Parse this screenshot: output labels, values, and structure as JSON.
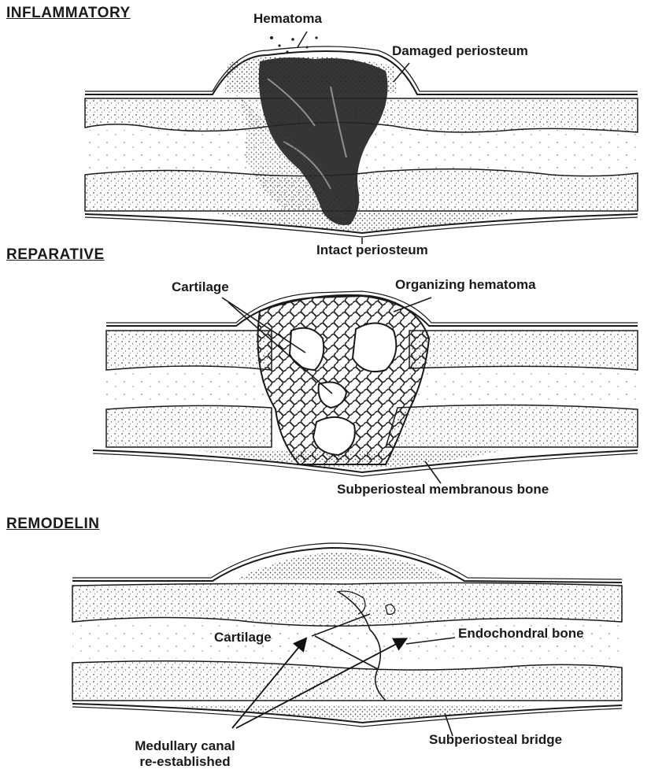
{
  "stages": {
    "inflammatory": {
      "title": "INFLAMMATORY",
      "labels": {
        "hematoma": "Hematoma",
        "damaged_periosteum": "Damaged periosteum",
        "intact_periosteum": "Intact periosteum"
      }
    },
    "reparative": {
      "title": "REPARATIVE",
      "labels": {
        "cartilage": "Cartilage",
        "organizing_hematoma": "Organizing hematoma",
        "subperiosteal_membranous_bone": "Subperiosteal membranous bone"
      }
    },
    "remodeling": {
      "title": "REMODELIN",
      "labels": {
        "cartilage": "Cartilage",
        "endochondral_bone": "Endochondral bone",
        "medullary_canal_line1": "Medullary canal",
        "medullary_canal_line2": "re-established",
        "subperiosteal_bridge": "Subperiosteal bridge"
      }
    }
  },
  "colors": {
    "ink": "#1a1a1a",
    "stipple": "#555555",
    "hematoma": "#222222"
  }
}
